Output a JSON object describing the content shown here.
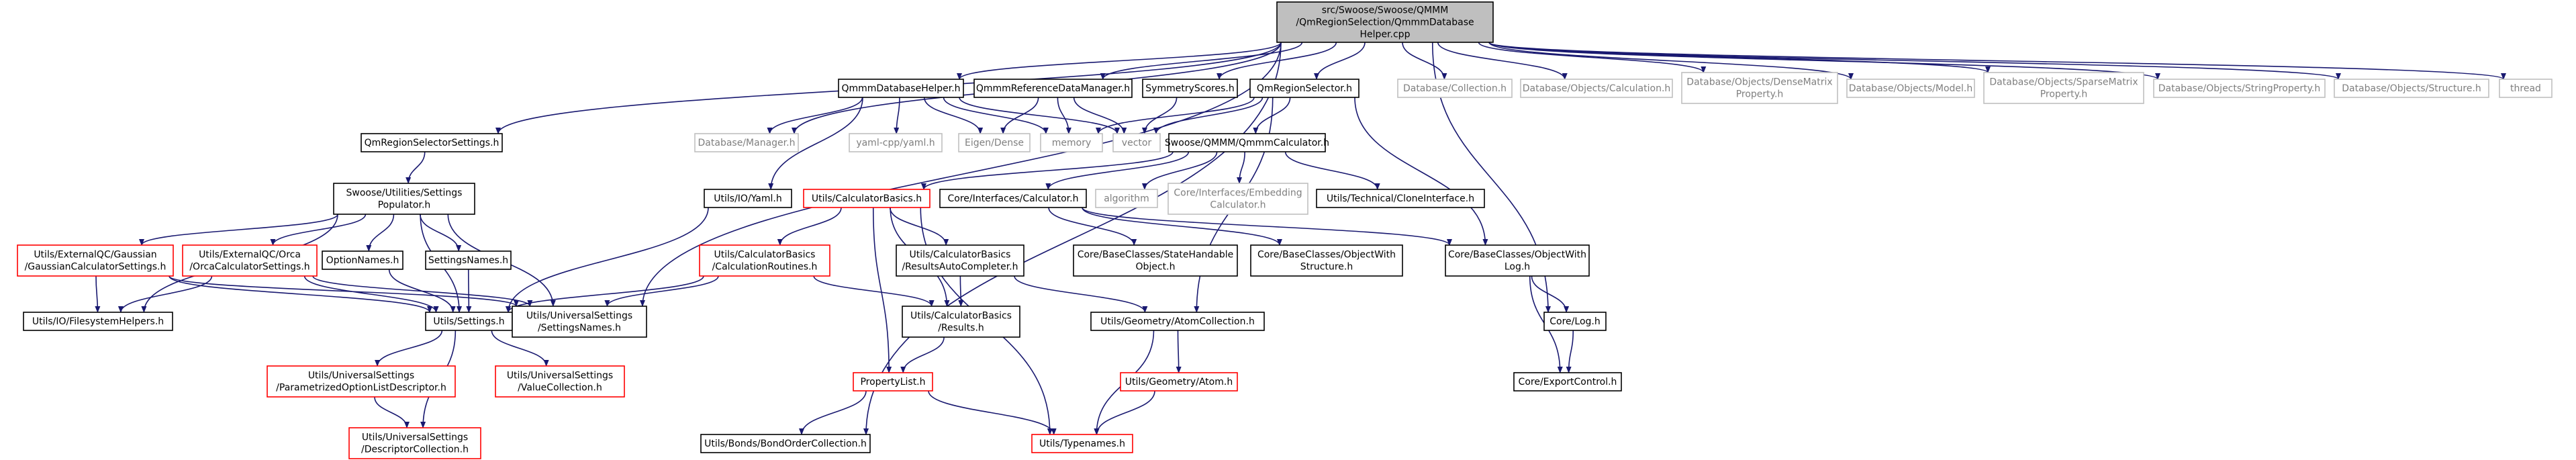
{
  "colors": {
    "root_fill": "#bfbfbf",
    "root_border": "#000000",
    "doc_border": "#000000",
    "missing_doc_border": "#ff0000",
    "external_border": "#bfbfbf",
    "edge": "#191970",
    "external_text": "#7f7f7f"
  },
  "nodes": [
    {
      "id": "root",
      "kind": "root",
      "lines": [
        "src/Swoose/Swoose/QMMM",
        "/QmRegionSelection/QmmmDatabase",
        "Helper.cpp"
      ]
    },
    {
      "id": "qmmmdbhelper",
      "kind": "doc",
      "lines": [
        "QmmmDatabaseHelper.h"
      ]
    },
    {
      "id": "qmmmrefdata",
      "kind": "doc",
      "lines": [
        "QmmmReferenceDataManager.h"
      ]
    },
    {
      "id": "symscores",
      "kind": "doc",
      "lines": [
        "SymmetryScores.h"
      ]
    },
    {
      "id": "qmregionselector",
      "kind": "doc",
      "lines": [
        "QmRegionSelector.h"
      ]
    },
    {
      "id": "db_collection",
      "kind": "ext",
      "lines": [
        "Database/Collection.h"
      ]
    },
    {
      "id": "db_calculation",
      "kind": "ext",
      "lines": [
        "Database/Objects/Calculation.h"
      ]
    },
    {
      "id": "db_densematrix",
      "kind": "ext",
      "lines": [
        "Database/Objects/DenseMatrix",
        "Property.h"
      ]
    },
    {
      "id": "db_model",
      "kind": "ext",
      "lines": [
        "Database/Objects/Model.h"
      ]
    },
    {
      "id": "db_sparsematrix",
      "kind": "ext",
      "lines": [
        "Database/Objects/SparseMatrix",
        "Property.h"
      ]
    },
    {
      "id": "db_stringprop",
      "kind": "ext",
      "lines": [
        "Database/Objects/StringProperty.h"
      ]
    },
    {
      "id": "db_structure",
      "kind": "ext",
      "lines": [
        "Database/Objects/Structure.h"
      ]
    },
    {
      "id": "thread",
      "kind": "ext",
      "lines": [
        "thread"
      ]
    },
    {
      "id": "qmregselsettings",
      "kind": "doc",
      "lines": [
        "QmRegionSelectorSettings.h"
      ]
    },
    {
      "id": "db_manager",
      "kind": "ext",
      "lines": [
        "Database/Manager.h"
      ]
    },
    {
      "id": "yamlcpp",
      "kind": "ext",
      "lines": [
        "yaml-cpp/yaml.h"
      ]
    },
    {
      "id": "eigen",
      "kind": "ext",
      "lines": [
        "Eigen/Dense"
      ]
    },
    {
      "id": "memory",
      "kind": "ext",
      "lines": [
        "memory"
      ]
    },
    {
      "id": "vector",
      "kind": "ext",
      "lines": [
        "vector"
      ]
    },
    {
      "id": "qmmmcalc",
      "kind": "doc",
      "lines": [
        "Swoose/QMMM/QmmmCalculator.h"
      ]
    },
    {
      "id": "settingspop",
      "kind": "doc",
      "lines": [
        "Swoose/Utilities/Settings",
        "Populator.h"
      ]
    },
    {
      "id": "yaml_h",
      "kind": "doc",
      "lines": [
        "Utils/IO/Yaml.h"
      ]
    },
    {
      "id": "calcbasics",
      "kind": "missing",
      "lines": [
        "Utils/CalculatorBasics.h"
      ]
    },
    {
      "id": "core_calculator",
      "kind": "doc",
      "lines": [
        "Core/Interfaces/Calculator.h"
      ]
    },
    {
      "id": "algorithm",
      "kind": "ext",
      "lines": [
        "algorithm"
      ]
    },
    {
      "id": "core_embedding",
      "kind": "ext",
      "lines": [
        "Core/Interfaces/Embedding",
        "Calculator.h"
      ]
    },
    {
      "id": "cloneinterface",
      "kind": "doc",
      "lines": [
        "Utils/Technical/CloneInterface.h"
      ]
    },
    {
      "id": "gaussian",
      "kind": "missing",
      "lines": [
        "Utils/ExternalQC/Gaussian",
        "/GaussianCalculatorSettings.h"
      ]
    },
    {
      "id": "orca",
      "kind": "missing",
      "lines": [
        "Utils/ExternalQC/Orca",
        "/OrcaCalculatorSettings.h"
      ]
    },
    {
      "id": "optionnames",
      "kind": "doc",
      "lines": [
        "OptionNames.h"
      ]
    },
    {
      "id": "settingsnames_h",
      "kind": "doc",
      "lines": [
        "SettingsNames.h"
      ]
    },
    {
      "id": "calcroutines",
      "kind": "missing",
      "lines": [
        "Utils/CalculatorBasics",
        "/CalculationRoutines.h"
      ]
    },
    {
      "id": "resultsautocompl",
      "kind": "doc",
      "lines": [
        "Utils/CalculatorBasics",
        "/ResultsAutoCompleter.h"
      ]
    },
    {
      "id": "statehandle",
      "kind": "doc",
      "lines": [
        "Core/BaseClasses/StateHandable",
        "Object.h"
      ]
    },
    {
      "id": "objstructure",
      "kind": "doc",
      "lines": [
        "Core/BaseClasses/ObjectWith",
        "Structure.h"
      ]
    },
    {
      "id": "objlog",
      "kind": "doc",
      "lines": [
        "Core/BaseClasses/ObjectWith",
        "Log.h"
      ]
    },
    {
      "id": "filesyshelpers",
      "kind": "doc",
      "lines": [
        "Utils/IO/FilesystemHelpers.h"
      ]
    },
    {
      "id": "settings_h",
      "kind": "doc",
      "lines": [
        "Utils/Settings.h"
      ]
    },
    {
      "id": "us_settingsnames",
      "kind": "doc",
      "lines": [
        "Utils/UniversalSettings",
        "/SettingsNames.h"
      ]
    },
    {
      "id": "results",
      "kind": "doc",
      "lines": [
        "Utils/CalculatorBasics",
        "/Results.h"
      ]
    },
    {
      "id": "atomcollection",
      "kind": "doc",
      "lines": [
        "Utils/Geometry/AtomCollection.h"
      ]
    },
    {
      "id": "corelog",
      "kind": "doc",
      "lines": [
        "Core/Log.h"
      ]
    },
    {
      "id": "paramoptlist",
      "kind": "missing",
      "lines": [
        "Utils/UniversalSettings",
        "/ParametrizedOptionListDescriptor.h"
      ]
    },
    {
      "id": "valuecollection",
      "kind": "missing",
      "lines": [
        "Utils/UniversalSettings",
        "/ValueCollection.h"
      ]
    },
    {
      "id": "propertylist",
      "kind": "missing",
      "lines": [
        "PropertyList.h"
      ]
    },
    {
      "id": "atom",
      "kind": "missing",
      "lines": [
        "Utils/Geometry/Atom.h"
      ]
    },
    {
      "id": "exportcontrol",
      "kind": "doc",
      "lines": [
        "Core/ExportControl.h"
      ]
    },
    {
      "id": "descriptorcollection",
      "kind": "missing",
      "lines": [
        "Utils/UniversalSettings",
        "/DescriptorCollection.h"
      ]
    },
    {
      "id": "bondorder",
      "kind": "doc",
      "lines": [
        "Utils/Bonds/BondOrderCollection.h"
      ]
    },
    {
      "id": "typenames",
      "kind": "missing",
      "lines": [
        "Utils/Typenames.h"
      ]
    }
  ],
  "edges": [
    [
      "root",
      "qmmmdbhelper"
    ],
    [
      "root",
      "qmmmrefdata"
    ],
    [
      "root",
      "symscores"
    ],
    [
      "root",
      "qmregionselector"
    ],
    [
      "root",
      "db_collection"
    ],
    [
      "root",
      "db_calculation"
    ],
    [
      "root",
      "db_densematrix"
    ],
    [
      "root",
      "db_model"
    ],
    [
      "root",
      "db_sparsematrix"
    ],
    [
      "root",
      "db_stringprop"
    ],
    [
      "root",
      "db_structure"
    ],
    [
      "root",
      "thread"
    ],
    [
      "root",
      "qmregselsettings"
    ],
    [
      "root",
      "db_manager"
    ],
    [
      "root",
      "us_settingsnames"
    ],
    [
      "root",
      "bondorder"
    ],
    [
      "root",
      "corelog"
    ],
    [
      "qmmmdbhelper",
      "db_manager"
    ],
    [
      "qmmmdbhelper",
      "yamlcpp"
    ],
    [
      "qmmmdbhelper",
      "eigen"
    ],
    [
      "qmmmdbhelper",
      "memory"
    ],
    [
      "qmmmdbhelper",
      "vector"
    ],
    [
      "qmmmdbhelper",
      "yaml_h"
    ],
    [
      "qmmmrefdata",
      "eigen"
    ],
    [
      "qmmmrefdata",
      "memory"
    ],
    [
      "qmmmrefdata",
      "vector"
    ],
    [
      "symscores",
      "vector"
    ],
    [
      "qmregionselector",
      "vector"
    ],
    [
      "qmregionselector",
      "memory"
    ],
    [
      "qmregionselector",
      "qmmmcalc"
    ],
    [
      "qmregionselector",
      "objlog"
    ],
    [
      "qmregionselector",
      "atomcollection"
    ],
    [
      "qmregselsettings",
      "settingspop"
    ],
    [
      "qmmmcalc",
      "calcbasics"
    ],
    [
      "qmmmcalc",
      "core_calculator"
    ],
    [
      "qmmmcalc",
      "algorithm"
    ],
    [
      "qmmmcalc",
      "core_embedding"
    ],
    [
      "qmmmcalc",
      "cloneinterface"
    ],
    [
      "settingspop",
      "gaussian"
    ],
    [
      "settingspop",
      "orca"
    ],
    [
      "settingspop",
      "optionnames"
    ],
    [
      "settingspop",
      "settingsnames_h"
    ],
    [
      "settingspop",
      "settings_h"
    ],
    [
      "settingspop",
      "filesyshelpers"
    ],
    [
      "settingspop",
      "us_settingsnames"
    ],
    [
      "yaml_h",
      "settings_h"
    ],
    [
      "calcbasics",
      "calcroutines"
    ],
    [
      "calcbasics",
      "resultsautocompl"
    ],
    [
      "calcbasics",
      "results"
    ],
    [
      "calcbasics",
      "propertylist"
    ],
    [
      "calcbasics",
      "typenames"
    ],
    [
      "core_calculator",
      "statehandle"
    ],
    [
      "core_calculator",
      "objstructure"
    ],
    [
      "core_calculator",
      "objlog"
    ],
    [
      "gaussian",
      "filesyshelpers"
    ],
    [
      "gaussian",
      "settings_h"
    ],
    [
      "gaussian",
      "us_settingsnames"
    ],
    [
      "orca",
      "filesyshelpers"
    ],
    [
      "orca",
      "settings_h"
    ],
    [
      "orca",
      "us_settingsnames"
    ],
    [
      "optionnames",
      "settings_h"
    ],
    [
      "settingsnames_h",
      "settings_h"
    ],
    [
      "calcroutines",
      "settings_h"
    ],
    [
      "calcroutines",
      "results"
    ],
    [
      "calcroutines",
      "us_settingsnames"
    ],
    [
      "resultsautocompl",
      "results"
    ],
    [
      "resultsautocompl",
      "atomcollection"
    ],
    [
      "objlog",
      "corelog"
    ],
    [
      "objlog",
      "exportcontrol"
    ],
    [
      "settings_h",
      "paramoptlist"
    ],
    [
      "settings_h",
      "valuecollection"
    ],
    [
      "settings_h",
      "descriptorcollection"
    ],
    [
      "results",
      "propertylist"
    ],
    [
      "atomcollection",
      "atom"
    ],
    [
      "atomcollection",
      "typenames"
    ],
    [
      "corelog",
      "exportcontrol"
    ],
    [
      "paramoptlist",
      "descriptorcollection"
    ],
    [
      "propertylist",
      "bondorder"
    ],
    [
      "propertylist",
      "typenames"
    ],
    [
      "atom",
      "typenames"
    ]
  ]
}
